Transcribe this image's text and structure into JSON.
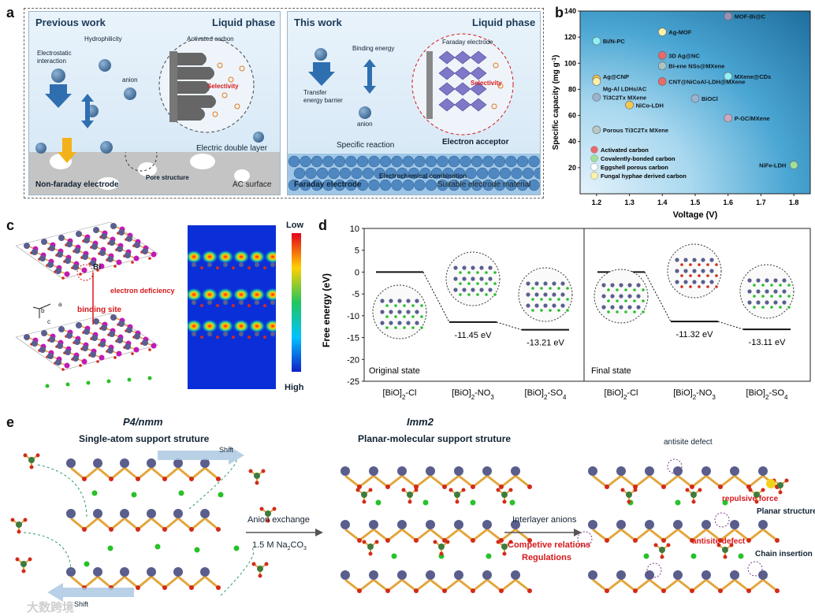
{
  "panels": {
    "a_label": "a",
    "b_label": "b",
    "c_label": "c",
    "d_label": "d",
    "e_label": "e"
  },
  "panel_a": {
    "left": {
      "title": "Previous work",
      "phase": "Liquid phase",
      "hydrophilicity": "Hydrophilicity",
      "electrostatic": "Electrostatic\ninteraction",
      "activated_carbon": "Activated carbon",
      "selectivity": "Selectivity",
      "electric_double_layer": "Electric double layer",
      "non_faraday": "Non-faraday electrode",
      "pore_structure": "Pore structure",
      "surface": "AC surface",
      "anion": "anion"
    },
    "right": {
      "title": "This work",
      "phase": "Liquid phase",
      "binding_energy": "Binding energy",
      "transfer": "Transfer\nenergy barrier",
      "faraday_electrode_top": "Faraday electrode",
      "selectivity": "Selectivity",
      "specific_reaction": "Specific reaction",
      "electron_acceptor": "Electron acceptor",
      "electrochem": "Electrochemical combination",
      "faraday_electrode": "Faraday electrode",
      "surface": "Suitable electrode material",
      "anion": "anion"
    }
  },
  "chart_data": [
    {
      "type": "scatter",
      "panel": "b",
      "xlabel": "Voltage (V)",
      "ylabel": "Specific capacity (mg g-1)",
      "xlim": [
        1.15,
        1.85
      ],
      "ylim": [
        0,
        140
      ],
      "xticks": [
        "1.2",
        "1.3",
        "1.4",
        "1.5",
        "1.6",
        "1.7",
        "1.8"
      ],
      "yticks": [
        "20",
        "40",
        "60",
        "80",
        "100",
        "120",
        "140"
      ],
      "points": [
        {
          "label": "MOF-Bi@C",
          "x": 1.6,
          "y": 136,
          "color": "#9b8fb3"
        },
        {
          "label": "Ag-MOF",
          "x": 1.4,
          "y": 124,
          "color": "#fff0a8"
        },
        {
          "label": "Bi/N-PC",
          "x": 1.2,
          "y": 117,
          "color": "#8ff0f5"
        },
        {
          "label": "3D Ag@NC",
          "x": 1.4,
          "y": 106,
          "color": "#e86a6a"
        },
        {
          "label": "BI-ene NSs@MXene",
          "x": 1.4,
          "y": 98,
          "color": "#a9c4c4"
        },
        {
          "label": "MXene@CDs",
          "x": 1.6,
          "y": 90,
          "color": "#8ff0f5"
        },
        {
          "label": "Ag@CNP",
          "x": 1.2,
          "y": 88,
          "color": "#f5c84a"
        },
        {
          "label": "Mg-Al LDHs/AC",
          "x": 1.2,
          "y": 86,
          "color": "#fff0a8"
        },
        {
          "label": "CNT@NiCoAl-LDH@MXene",
          "x": 1.4,
          "y": 86,
          "color": "#e86a6a"
        },
        {
          "label": "Ti3C2Tx MXene",
          "x": 1.2,
          "y": 74,
          "color": "#9bb3d0"
        },
        {
          "label": "NiCo-LDH",
          "x": 1.3,
          "y": 68,
          "color": "#f5c84a"
        },
        {
          "label": "BiOCl",
          "x": 1.5,
          "y": 73,
          "color": "#9bb3d0"
        },
        {
          "label": "P-GC/MXene",
          "x": 1.6,
          "y": 58,
          "color": "#c9a8c0"
        },
        {
          "label": "Porous Ti3C2Tx MXene",
          "x": 1.2,
          "y": 49,
          "color": "#b7c9c2"
        },
        {
          "label": "NiFe-LDH",
          "x": 1.8,
          "y": 22,
          "color": "#9fe09a"
        }
      ],
      "legend": [
        {
          "label": "Activated carbon",
          "color": "#e86a6a"
        },
        {
          "label": "Covalently-bonded carbon",
          "color": "#9fe09a"
        },
        {
          "label": "Eggshell porous carbon",
          "color": "#ffffff"
        },
        {
          "label": "Fungal hyphae derived carbon",
          "color": "#fff0a8"
        }
      ]
    },
    {
      "type": "line",
      "panel": "d",
      "ylabel": "Free energy (eV)",
      "ylim": [
        -25,
        10
      ],
      "yticks": [
        "10",
        "5",
        "0",
        "-5",
        "-10",
        "-15",
        "-20",
        "-25"
      ],
      "categories": [
        "[BiO]2-Cl",
        "[BiO]2-NO3",
        "[BiO]2-SO4",
        "[BiO]2-Cl",
        "[BiO]2-NO3",
        "[BiO]2-SO4"
      ],
      "series": [
        {
          "name": "Original state",
          "values": [
            0,
            -11.45,
            -13.21
          ]
        },
        {
          "name": "Final state",
          "values": [
            0,
            -11.32,
            -13.11
          ]
        }
      ],
      "value_labels": [
        "-11.45 eV",
        "-13.21 eV",
        "-11.32 eV",
        "-13.11 eV"
      ],
      "region_labels": [
        "Original state",
        "Final state"
      ]
    }
  ],
  "panel_c": {
    "bi_label": "Bi",
    "electron_deficiency": "electron deficiency",
    "binding_site": "binding site",
    "axes_a": "a",
    "axes_b": "b",
    "axes_c": "c",
    "scale_low": "Low",
    "scale_high": "High"
  },
  "panel_e": {
    "p4_title": "P4/nmm",
    "p4_sub": "Single-atom support struture",
    "imm_title": "Imm2",
    "imm_sub": "Planar-molecular support struture",
    "shift_top": "Shift",
    "shift_bottom": "Shift",
    "anion_exchange": "Anion exchange",
    "na2co3": "1.5 M Na2CO3",
    "interlayer": "Interlayer anions",
    "competive": "Competive relations",
    "regulations": "Regulations",
    "antisite_top": "antisite defect",
    "repulsive": "repulsive force",
    "planar": "Planar structure",
    "antisite_bottom": "antisite defect",
    "chain": "Chain insertion",
    "watermark": "大数跨境"
  },
  "colors": {
    "accent_red": "#d7191c",
    "panel_a_bg": "#dceaf6",
    "bi_atom": "#5b5f8f",
    "oxygen": "#d22b1a",
    "chlorine": "#28c128",
    "bond": "#e3a53a"
  }
}
